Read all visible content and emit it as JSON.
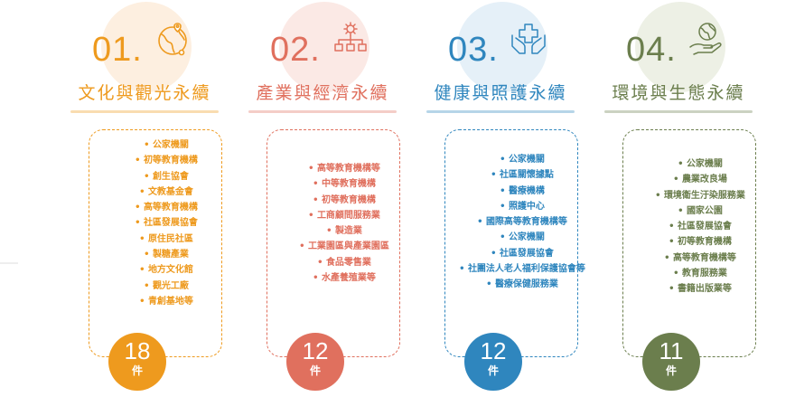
{
  "colors": {
    "orange": "#EE9A1E",
    "red": "#E0705E",
    "blue": "#2F86BE",
    "green": "#6B7E4D"
  },
  "categories": [
    {
      "number": "01.",
      "icon": "globe-location-icon",
      "title": "文化與觀光永續",
      "items": [
        "公家機關",
        "初等教育機構",
        "創生協會",
        "文教基金會",
        "高等教育機構",
        "社區發展協會",
        "原住民社區",
        "製糖產業",
        "地方文化館",
        "觀光工廠",
        "青創基地等"
      ],
      "count": "18",
      "unit": "件"
    },
    {
      "number": "02.",
      "icon": "gear-network-icon",
      "title": "產業與經濟永續",
      "items": [
        "高等教育機構等",
        "中等教育機構",
        "初等教育機構",
        "工商顧問服務業",
        "製造業",
        "工業園區與產業園區",
        "食品零售業",
        "水產養殖業等"
      ],
      "count": "12",
      "unit": "件"
    },
    {
      "number": "03.",
      "icon": "medical-hands-icon",
      "title": "健康與照護永續",
      "items": [
        "公家機關",
        "社區關懷據點",
        "醫療機構",
        "照護中心",
        "國際高等教育機構等",
        "公家機關",
        "社區發展協會",
        "社團法人老人福利保護協會等",
        "醫療保健服務業"
      ],
      "count": "12",
      "unit": "件"
    },
    {
      "number": "04.",
      "icon": "earth-hand-icon",
      "title": "環境與生態永續",
      "items": [
        "公家機關",
        "農業改良場",
        "環境衛生汙染服務業",
        "國家公園",
        "社區發展協會",
        "初等教育機構",
        "高等教育機構等",
        "教育服務業",
        "書籍出版業等"
      ],
      "count": "11",
      "unit": "件"
    }
  ]
}
